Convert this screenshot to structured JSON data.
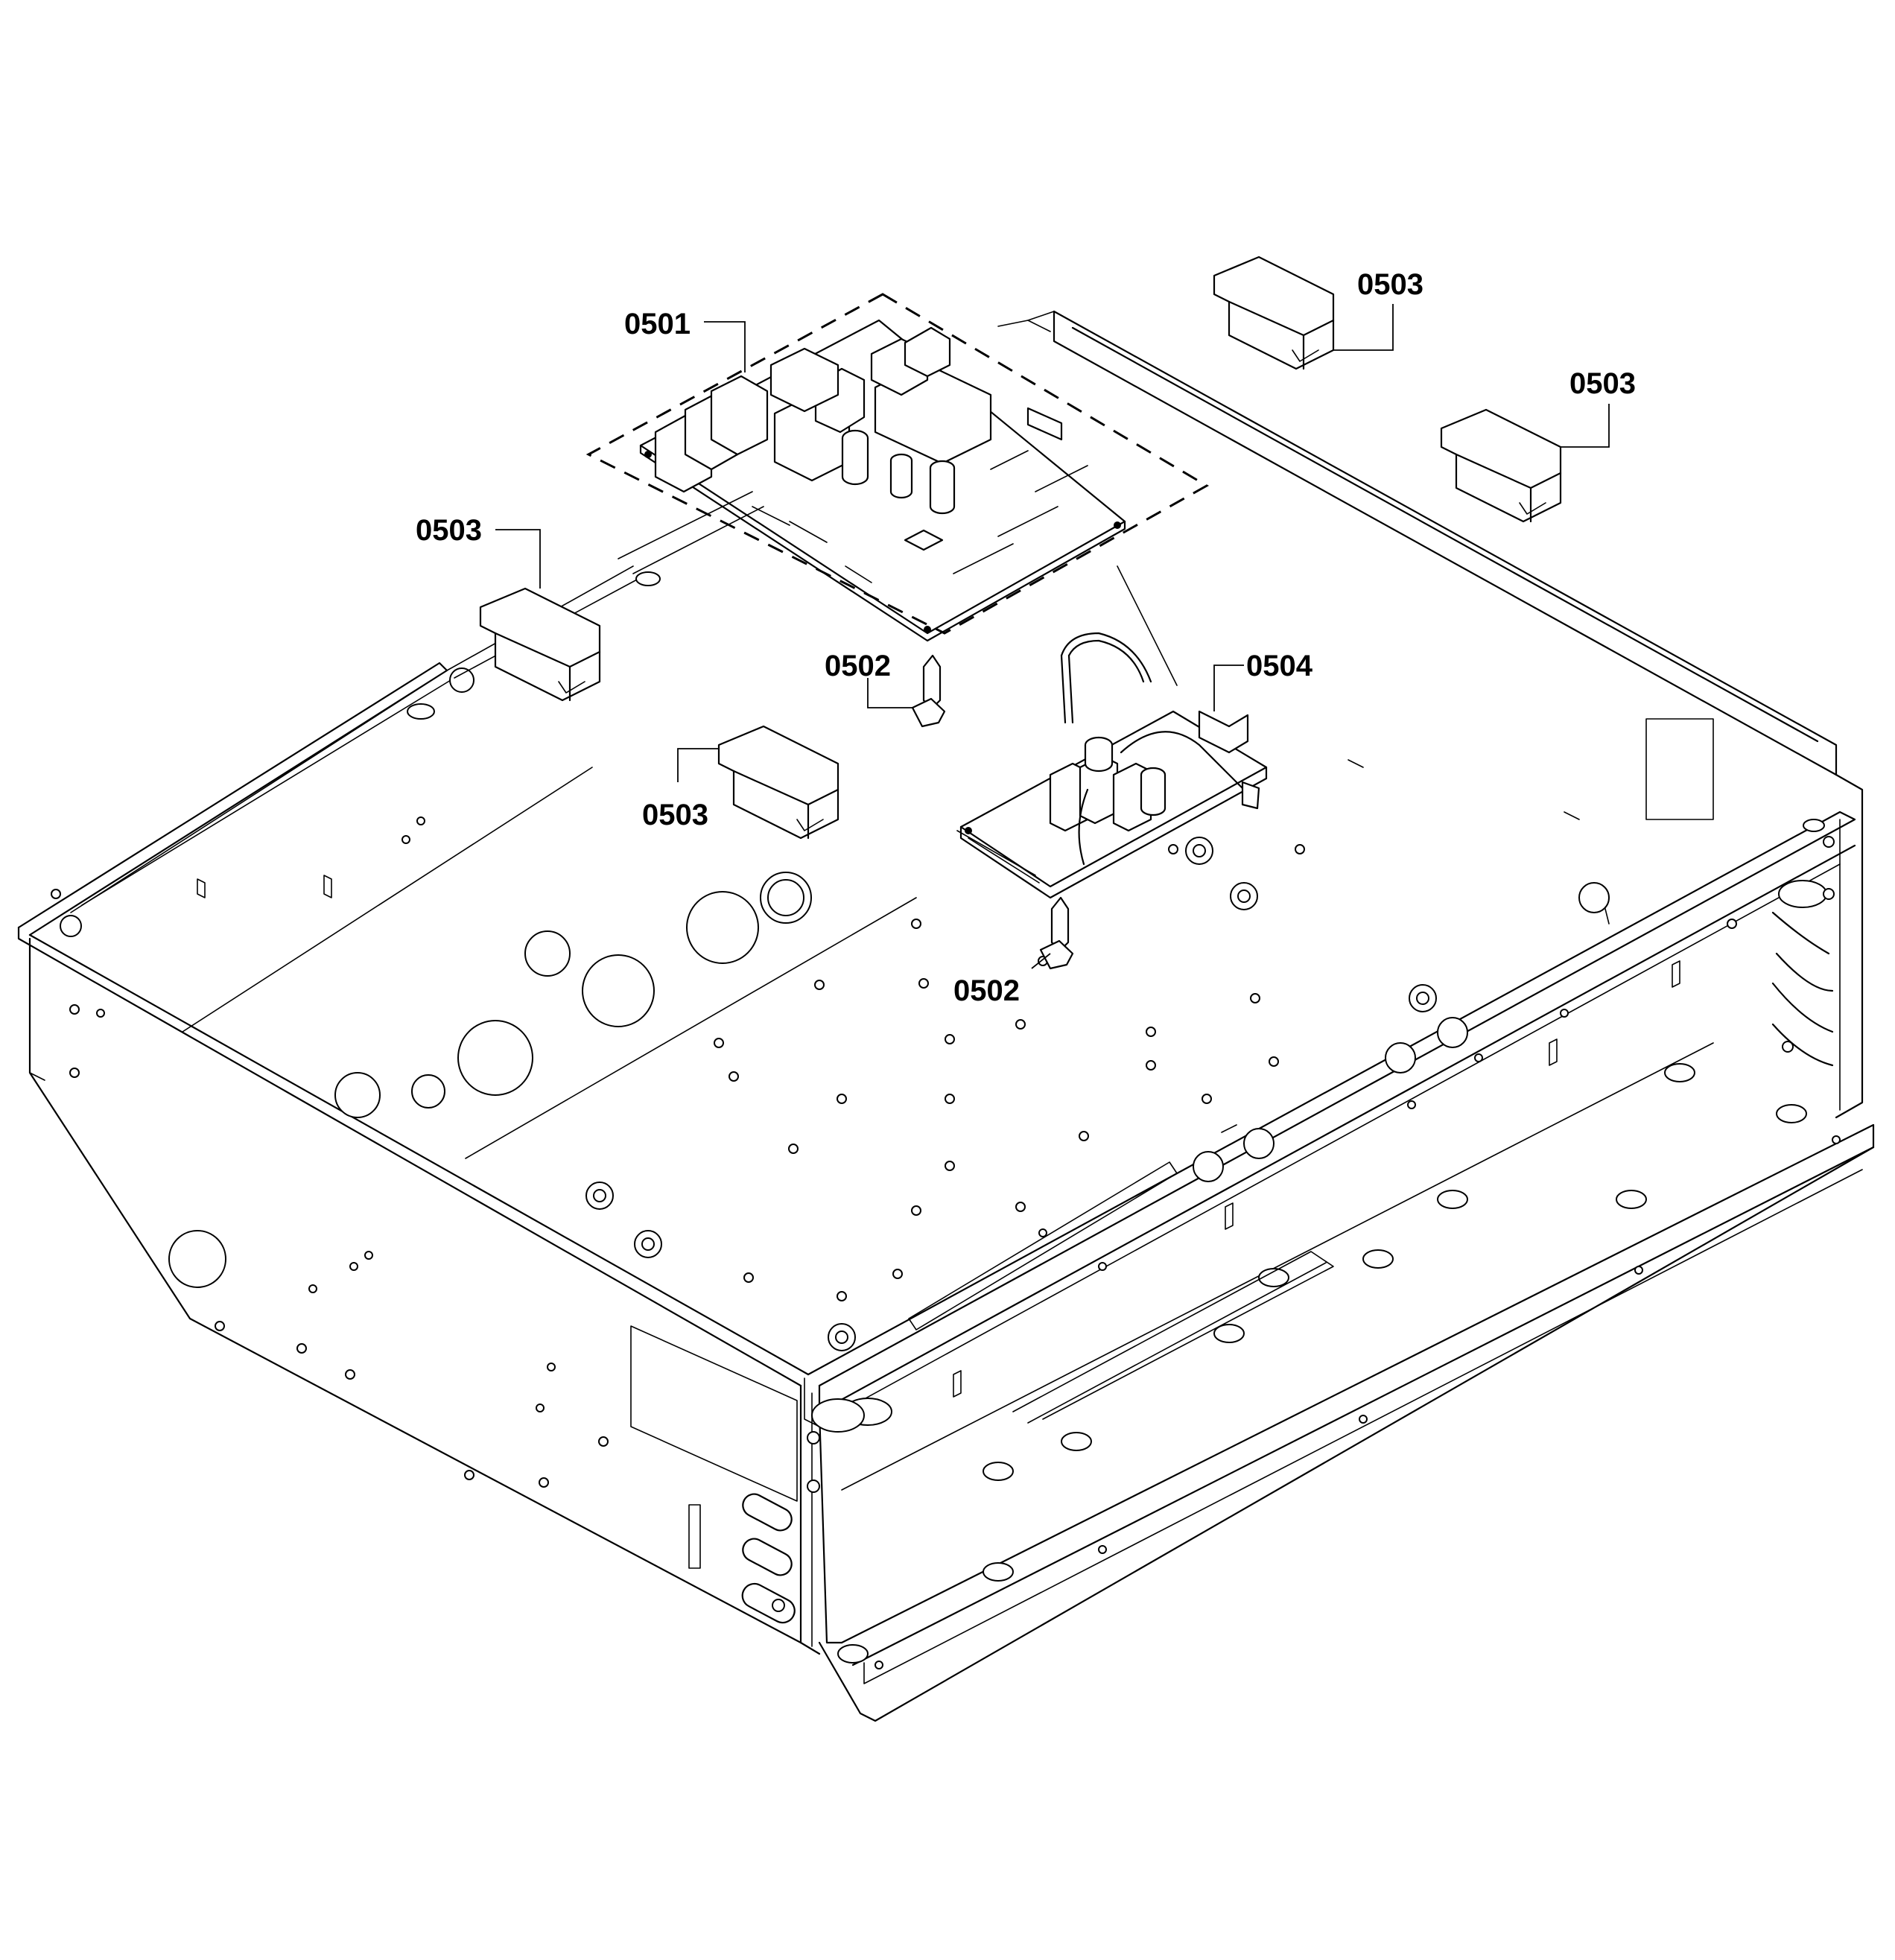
{
  "diagram": {
    "callouts": [
      {
        "id": "c1",
        "part": "0501"
      },
      {
        "id": "c2",
        "part": "0503"
      },
      {
        "id": "c3",
        "part": "0503"
      },
      {
        "id": "c4",
        "part": "0503"
      },
      {
        "id": "c5",
        "part": "0503"
      },
      {
        "id": "c6",
        "part": "0502"
      },
      {
        "id": "c7",
        "part": "0504"
      },
      {
        "id": "c8",
        "part": "0502"
      }
    ]
  }
}
